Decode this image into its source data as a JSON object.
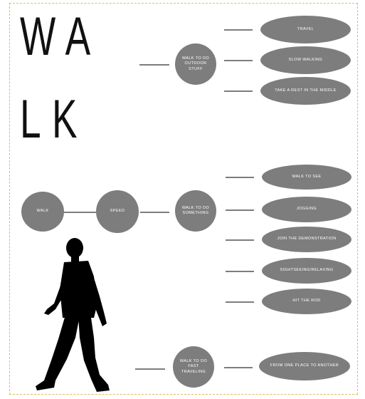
{
  "title": {
    "line1": "WA",
    "line2": "LK"
  },
  "root": "WALK",
  "speed": "SPEED",
  "branches": {
    "top": {
      "label": "WALK TO DO OUTDOOR STUFF",
      "leaves": [
        "TRAVEL",
        "SLOW WALKING",
        "TAKE A REST IN THE MIDDLE"
      ]
    },
    "middle": {
      "label": "WALK TO DO SOMETHING",
      "leaves": [
        "WALK TO SEE",
        "JOGGING",
        "JOIN THE DEMONSTRATION",
        "SIGHTSEEING/RELAXING",
        "HIT THE ROD"
      ]
    },
    "bottom": {
      "label": "WALK TO DO FAST TRAVELING",
      "leaves": [
        "FROM ONE PLACE TO ANOTHER"
      ]
    }
  },
  "colors": {
    "node": "#7d7d7d",
    "node_text": "#ffffff",
    "title": "#111111",
    "border": "#d9bd62",
    "figure": "#000000"
  },
  "icons": {
    "figure": "walking-person-silhouette-icon"
  }
}
